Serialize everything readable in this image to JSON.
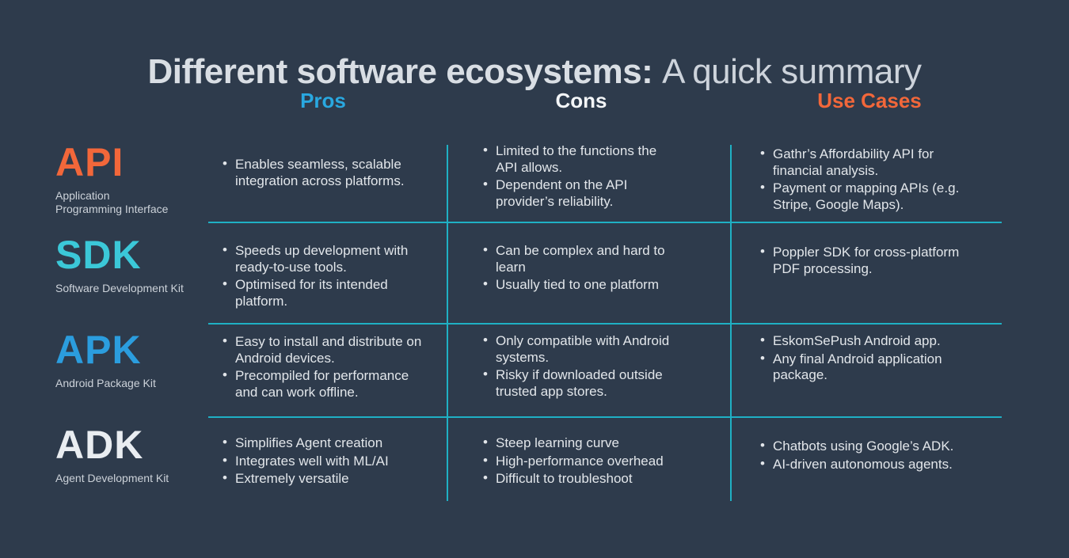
{
  "background_color": "#2e3b4c",
  "line_color": "#1fb0c4",
  "title": {
    "bold": "Different software ecosystems:",
    "regular": "A quick summary"
  },
  "columns": [
    {
      "label": "Pros",
      "color": "#29a8e0"
    },
    {
      "label": "Cons",
      "color": "#f4f6f8"
    },
    {
      "label": "Use Cases",
      "color": "#f2673a"
    }
  ],
  "rows": [
    {
      "acronym": "API",
      "acronym_color": "#f2673a",
      "full_name_lines": [
        "Application",
        "Programming Interface"
      ],
      "pros": [
        "Enables seamless, scalable integration across platforms."
      ],
      "cons": [
        "Limited to the functions the API allows.",
        "Dependent on the API provider’s reliability."
      ],
      "use_cases": [
        "Gathr’s Affordability API for financial analysis.",
        "Payment or mapping APIs (e.g. Stripe, Google Maps)."
      ]
    },
    {
      "acronym": "SDK",
      "acronym_color": "#3bc8d8",
      "full_name_lines": [
        "Software Development Kit"
      ],
      "pros": [
        "Speeds up development with ready-to-use tools.",
        "Optimised for its intended platform."
      ],
      "cons": [
        "Can be complex and hard to learn",
        "Usually tied to one platform"
      ],
      "use_cases": [
        "Poppler SDK for cross-platform PDF processing."
      ]
    },
    {
      "acronym": "APK",
      "acronym_color": "#2b9dde",
      "full_name_lines": [
        "Android Package Kit"
      ],
      "pros": [
        "Easy to install and distribute on Android devices.",
        "Precompiled for performance and can work offline."
      ],
      "cons": [
        "Only compatible with Android systems.",
        "Risky if downloaded outside trusted app stores."
      ],
      "use_cases": [
        "EskomSePush Android app.",
        "Any final Android application package."
      ]
    },
    {
      "acronym": "ADK",
      "acronym_color": "#e9edf1",
      "full_name_lines": [
        "Agent Development Kit"
      ],
      "pros": [
        "Simplifies Agent creation",
        "Integrates well with ML/AI",
        "Extremely versatile"
      ],
      "cons": [
        "Steep learning curve",
        "High-performance overhead",
        "Difficult to troubleshoot"
      ],
      "use_cases": [
        "Chatbots using Google’s ADK.",
        "AI-driven autonomous agents."
      ]
    }
  ]
}
